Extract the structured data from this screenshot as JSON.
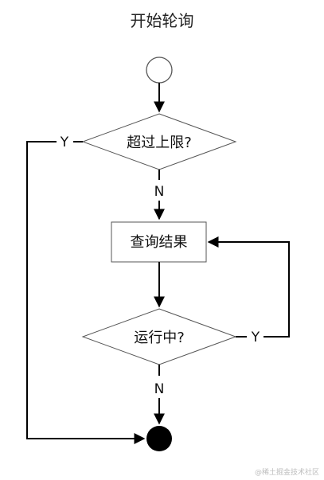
{
  "title": "开始轮询",
  "nodes": {
    "decision1": "超过上限?",
    "process1": "查询结果",
    "decision2": "运行中?"
  },
  "edges": {
    "d1_yes": "Y",
    "d1_no": "N",
    "d2_yes": "Y",
    "d2_no": "N"
  },
  "watermark": "@稀土掘金技术社区"
}
